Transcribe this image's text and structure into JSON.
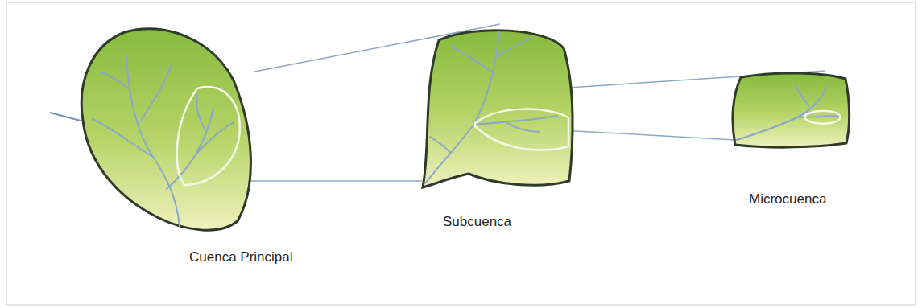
{
  "diagram": {
    "nodes": [
      {
        "text": [
          "Cuenca Principal"
        ]
      },
      {
        "text": [
          "Subcuenca"
        ]
      },
      {
        "text": [
          "Microcuenca"
        ]
      }
    ],
    "edges": [
      {
        "from": 0,
        "to": 1,
        "arrow": "none"
      },
      {
        "from": 1,
        "to": 2,
        "arrow": "none"
      }
    ]
  }
}
